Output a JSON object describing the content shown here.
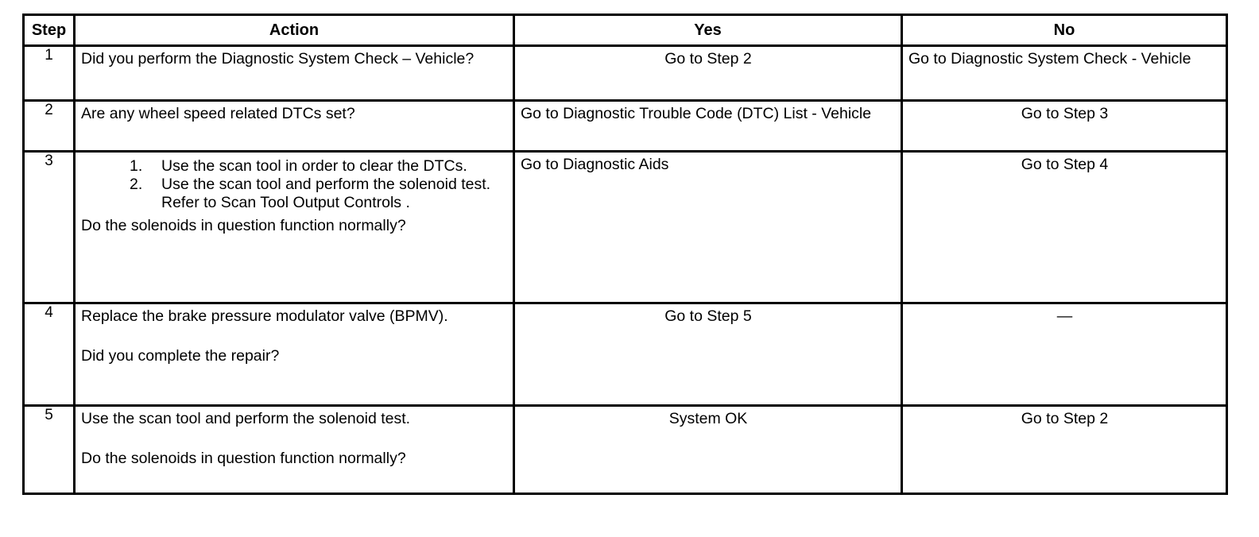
{
  "table": {
    "headers": [
      "Step",
      "Action",
      "Yes",
      "No"
    ],
    "rows": [
      {
        "step": "1",
        "action": "Did you perform the Diagnostic System Check – Vehicle?",
        "yes": "Go to Step 2",
        "no": "Go to Diagnostic System Check - Vehicle"
      },
      {
        "step": "2",
        "action": "Are any wheel speed related DTCs set?",
        "yes": "Go to Diagnostic Trouble Code (DTC) List - Vehicle",
        "no": "Go to Step 3"
      },
      {
        "step": "3",
        "action_list": [
          "Use the scan tool in order to clear the DTCs.",
          "Use the scan tool and perform the solenoid test."
        ],
        "action_note": "Refer to Scan Tool Output Controls .",
        "action_question": "Do the solenoids in question function normally?",
        "yes": "Go to Diagnostic Aids",
        "no": "Go to Step 4"
      },
      {
        "step": "4",
        "action_intro": "Replace the brake pressure modulator valve (BPMV).",
        "action_question": "Did you complete the repair?",
        "yes": "Go to Step 5",
        "no": "—"
      },
      {
        "step": "5",
        "action_intro": "Use the scan tool and perform the solenoid test.",
        "action_question": "Do the solenoids in question function normally?",
        "yes": "System OK",
        "no": "Go to Step 2"
      }
    ]
  }
}
